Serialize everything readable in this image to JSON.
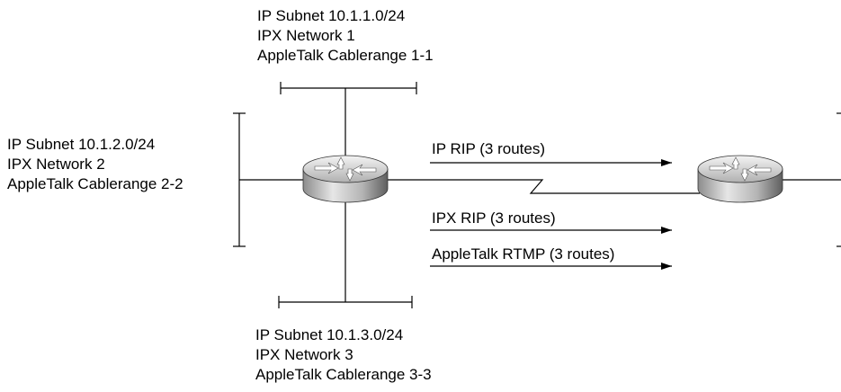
{
  "networks": {
    "top": [
      "IP Subnet 10.1.1.0/24",
      "IPX Network 1",
      "AppleTalk Cablerange 1-1"
    ],
    "left": [
      "IP Subnet 10.1.2.0/24",
      "IPX Network 2",
      "AppleTalk Cablerange 2-2"
    ],
    "bottom": [
      "IP Subnet 10.1.3.0/24",
      "IPX Network 3",
      "AppleTalk Cablerange 3-3"
    ]
  },
  "updates": [
    {
      "label": "IP RIP (3 routes)"
    },
    {
      "label": "IPX RIP (3 routes)"
    },
    {
      "label": "AppleTalk RTMP (3 routes)"
    }
  ],
  "icons": {
    "router": "router-icon"
  }
}
